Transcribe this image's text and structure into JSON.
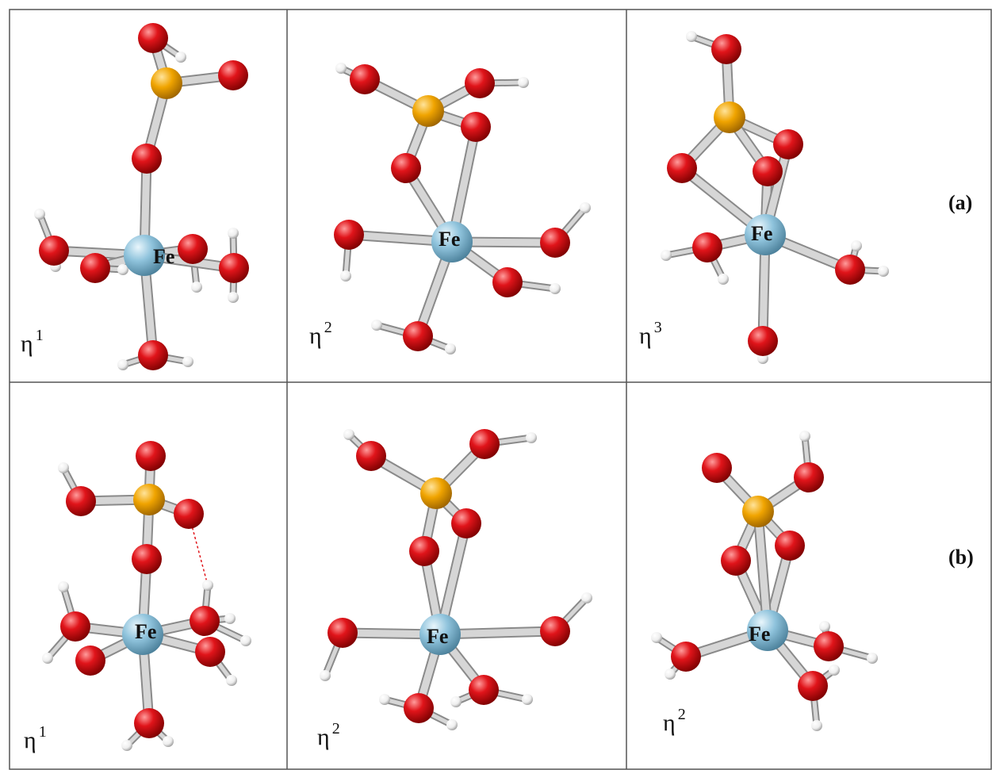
{
  "figure": {
    "rows": [
      {
        "label": "(a)",
        "panels": [
          {
            "hapticity": "η",
            "superscript": "1",
            "metal_label": "Fe"
          },
          {
            "hapticity": "η",
            "superscript": "2",
            "metal_label": "Fe"
          },
          {
            "hapticity": "η",
            "superscript": "3",
            "metal_label": "Fe"
          }
        ]
      },
      {
        "label": "(b)",
        "panels": [
          {
            "hapticity": "η",
            "superscript": "1",
            "metal_label": "Fe"
          },
          {
            "hapticity": "η",
            "superscript": "2",
            "metal_label": "Fe"
          },
          {
            "hapticity": "η",
            "superscript": "2",
            "metal_label": "Fe"
          }
        ]
      }
    ],
    "colors": {
      "iron": "#8fc3dc",
      "oxygen": "#e0141a",
      "sulfur": "#f0a400",
      "hydrogen": "#f2f2f2",
      "bond": "#c8c8c8",
      "hbond": "#e0141a",
      "border": "#555555"
    }
  }
}
